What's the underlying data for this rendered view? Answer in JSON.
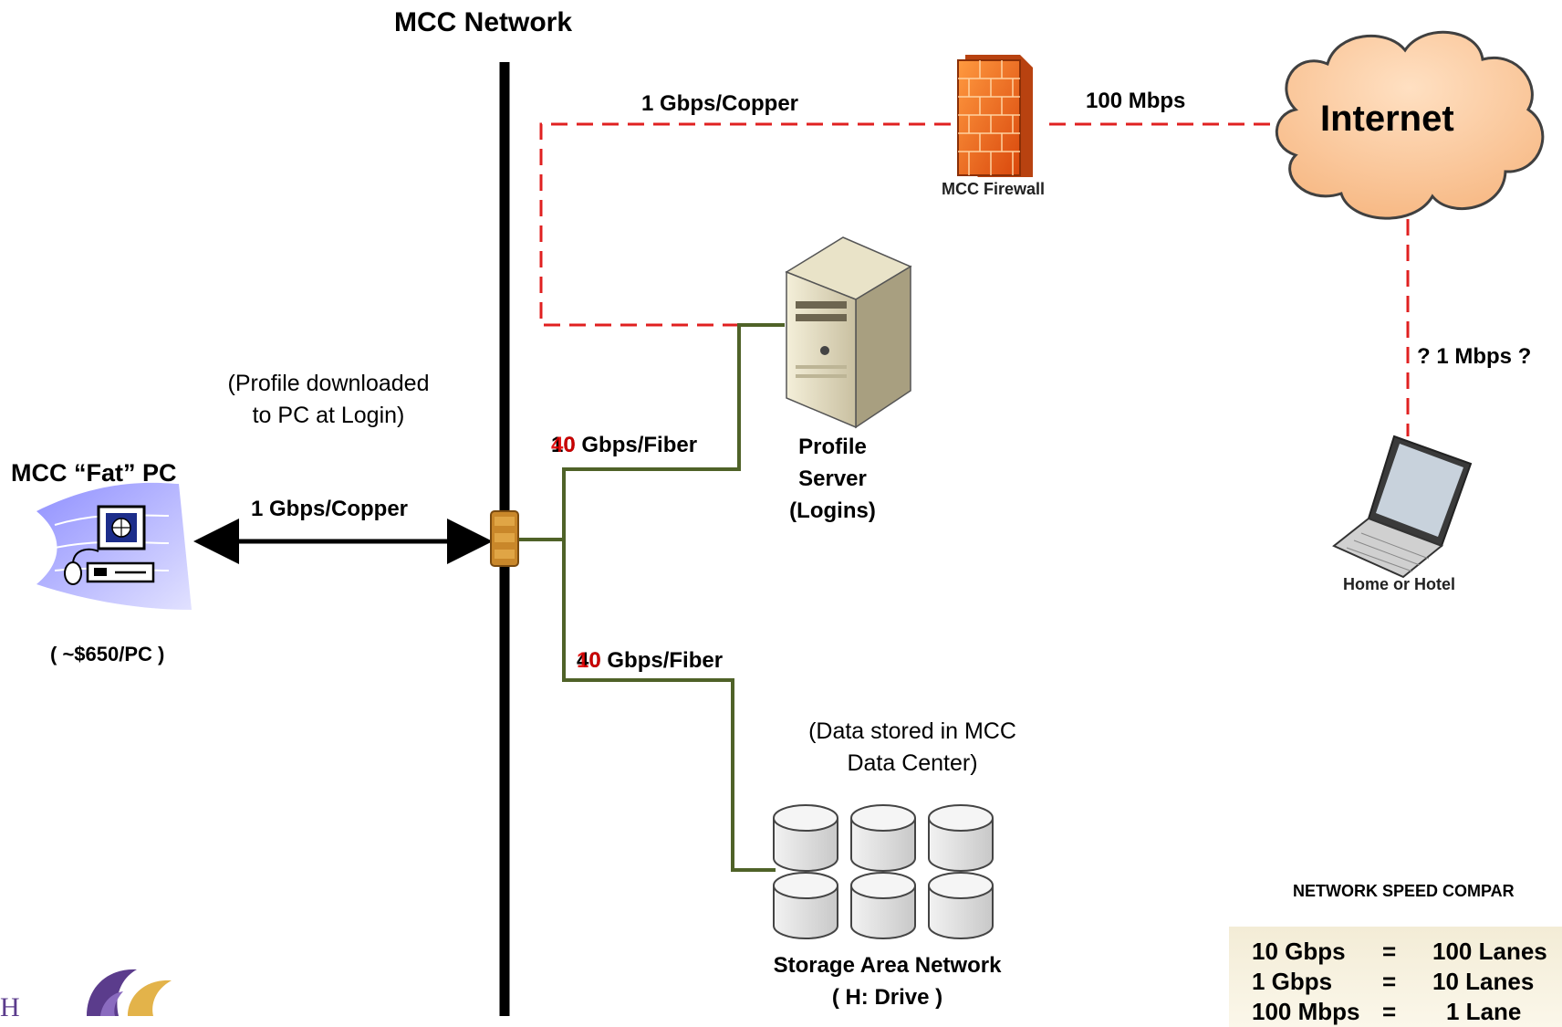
{
  "title": "MCC Network",
  "links": {
    "pc_to_core": "1 Gbps/Copper",
    "core_to_firewall": "1 Gbps/Copper",
    "firewall_to_internet": "100 Mbps",
    "internet_to_home": "? 1 Mbps ?",
    "core_to_profile_server": "10 Gbps/Fiber",
    "core_to_profile_server_overlay": "40",
    "core_to_storage": "40 Gbps/Fiber",
    "core_to_storage_overlay": "10"
  },
  "nodes": {
    "pc": {
      "label": "MCC “Fat” PC",
      "cost": "( ~$650/PC )"
    },
    "firewall": {
      "label": "MCC Firewall"
    },
    "internet": {
      "label": "Internet"
    },
    "home": {
      "label": "Home or Hotel"
    },
    "profile_server": {
      "line1": "Profile",
      "line2": "Server",
      "line3": "(Logins)"
    },
    "storage": {
      "line1": "Storage Area Network",
      "line2": "( H: Drive )"
    }
  },
  "notes": {
    "profile_line1": "(Profile downloaded",
    "profile_line2": "to PC at Login)",
    "data_line1": "(Data stored in MCC",
    "data_line2": "Data Center)"
  },
  "speed_comparison": {
    "title": "NETWORK SPEED COMPAR",
    "rows": [
      {
        "speed": "10 Gbps",
        "eq": "=",
        "lanes": "100 Lanes"
      },
      {
        "speed": "1 Gbps",
        "eq": "=",
        "lanes": "10 Lanes"
      },
      {
        "speed": "100 Mbps",
        "eq": "=",
        "lanes": "1 Lane"
      }
    ]
  },
  "colors": {
    "copper_dashed": "#e02020",
    "fiber": "#4f6228",
    "backbone": "#000000"
  }
}
